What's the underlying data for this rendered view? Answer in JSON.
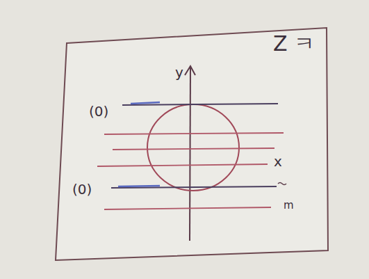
{
  "diagram": {
    "labels": [
      "Z ㅋ",
      "y",
      "x",
      "(0)",
      "(0)",
      "m"
    ]
  }
}
